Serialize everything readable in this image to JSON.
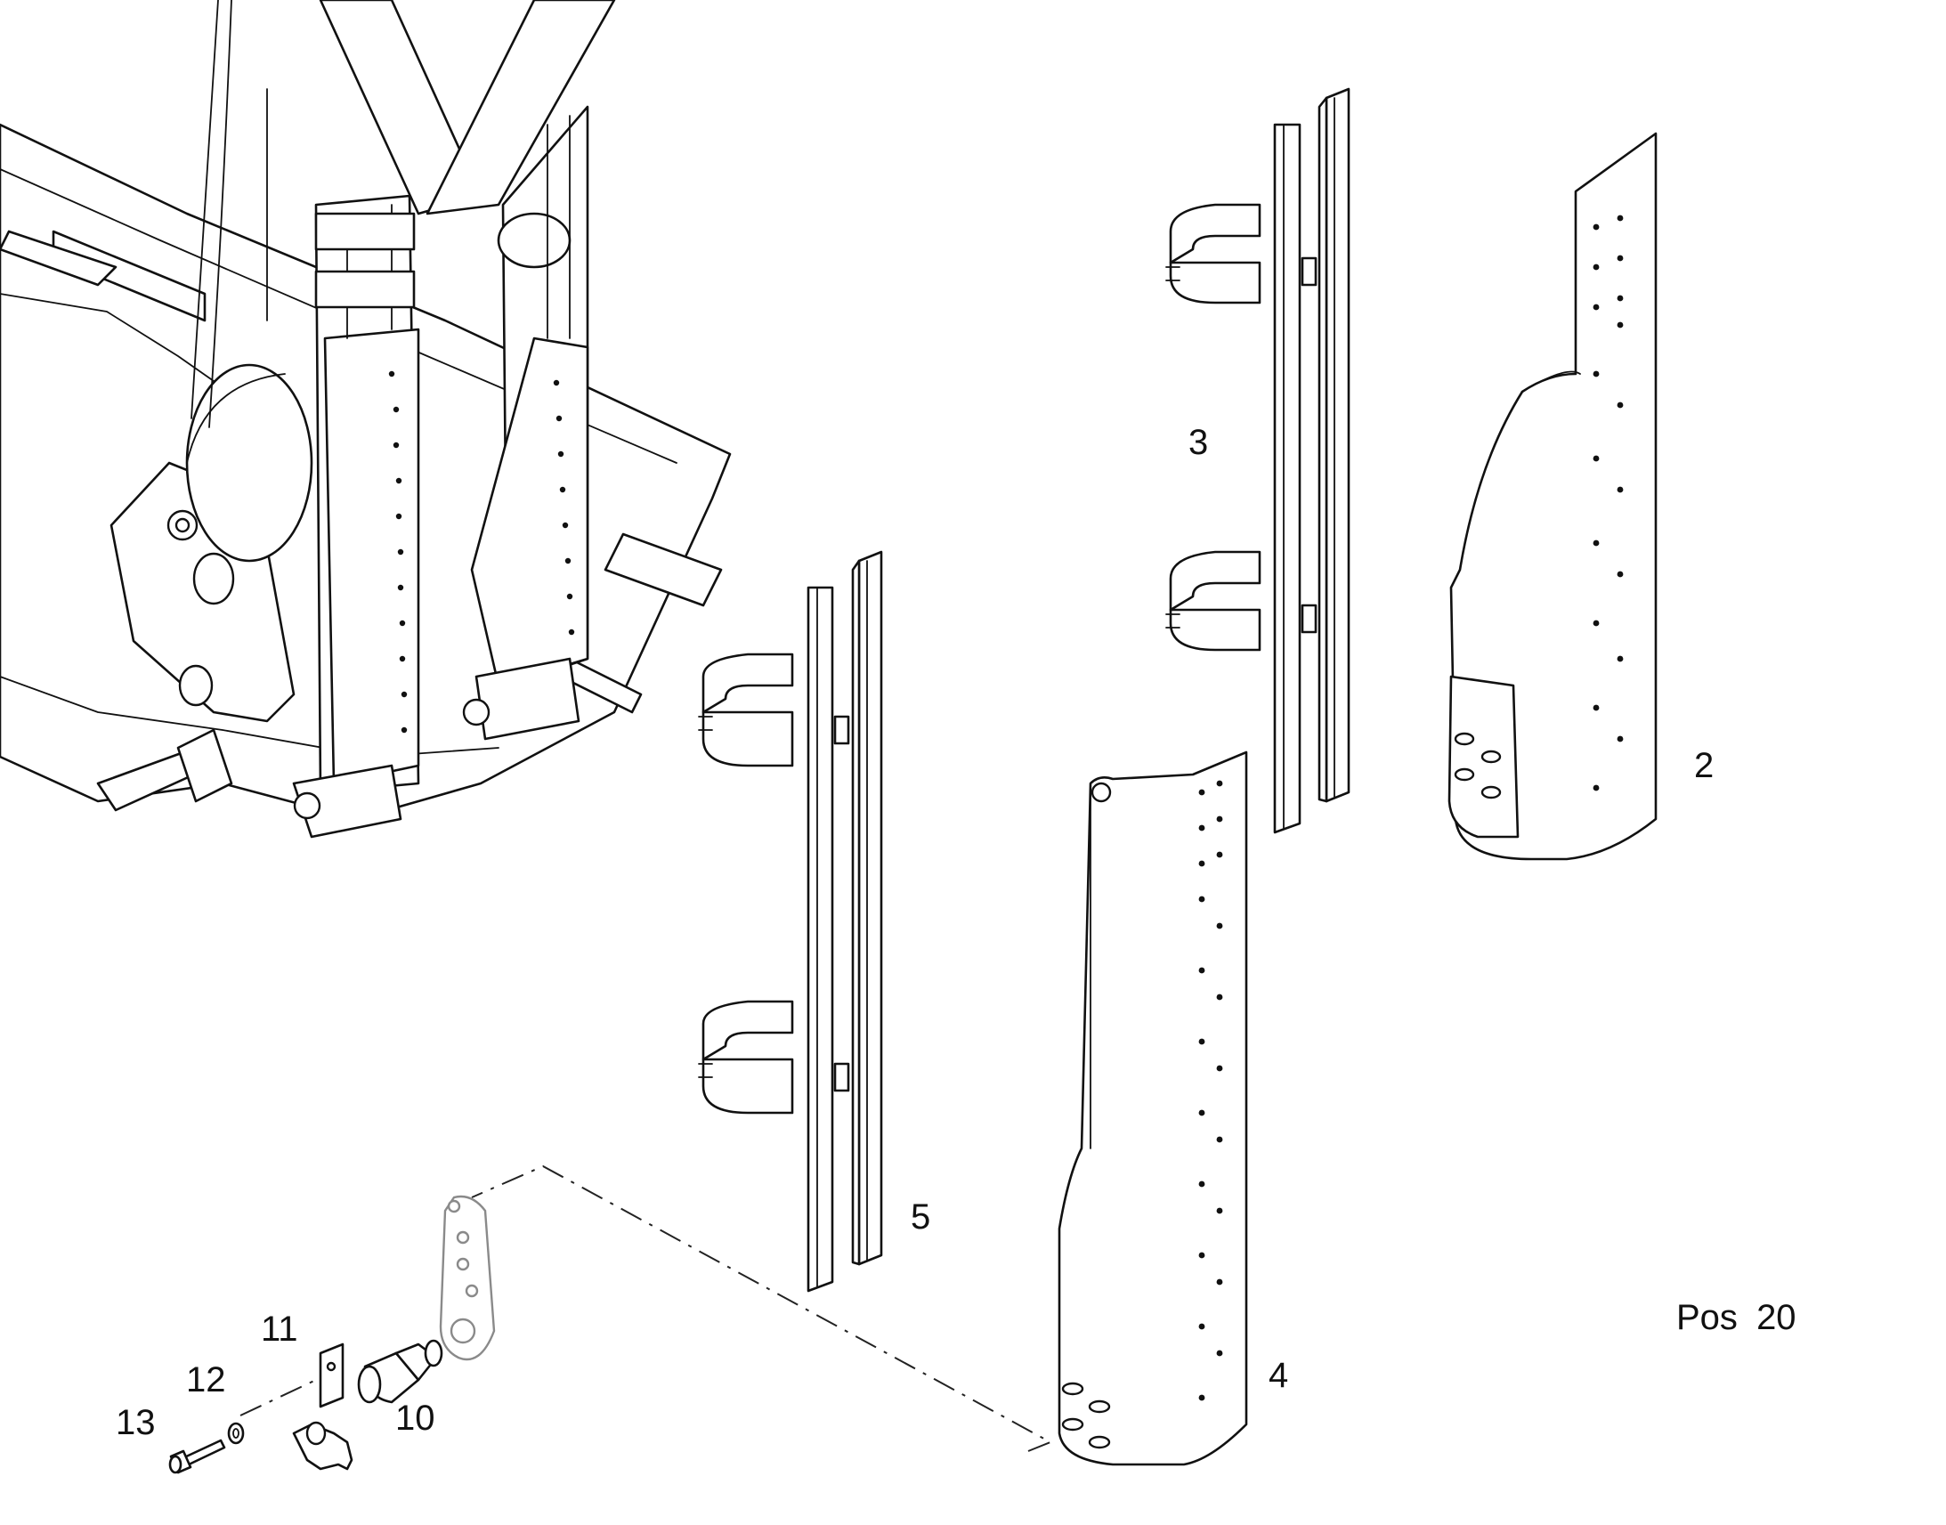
{
  "callouts": {
    "part_2": "2",
    "part_3": "3",
    "part_4": "4",
    "part_5": "5",
    "part_10": "10",
    "part_11": "11",
    "part_12": "12",
    "part_13": "13"
  },
  "position_label": {
    "prefix": "Pos",
    "number": "20"
  }
}
